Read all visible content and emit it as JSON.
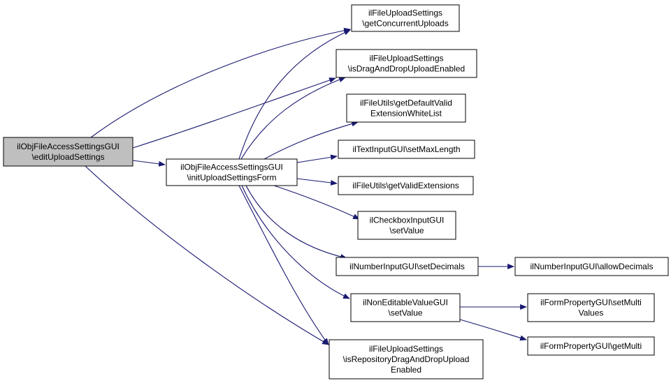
{
  "colors": {
    "edge": "#191970",
    "root_fill": "#bfbfbf",
    "node_fill": "#ffffff",
    "node_border": "#000000"
  },
  "nodes": [
    {
      "id": "editUploadSettings",
      "lines": [
        "ilObjFileAccessSettingsGUI",
        "\\editUploadSettings"
      ],
      "highlighted": true
    },
    {
      "id": "initUploadSettingsForm",
      "lines": [
        "ilObjFileAccessSettingsGUI",
        "\\initUploadSettingsForm"
      ]
    },
    {
      "id": "getConcurrentUploads",
      "lines": [
        "ilFileUploadSettings",
        "\\getConcurrentUploads"
      ]
    },
    {
      "id": "isDragAndDropUploadEnabled",
      "lines": [
        "ilFileUploadSettings",
        "\\isDragAndDropUploadEnabled"
      ]
    },
    {
      "id": "getDefaultValidExtensionWhiteList",
      "lines": [
        "ilFileUtils\\getDefaultValid",
        "ExtensionWhiteList"
      ]
    },
    {
      "id": "setMaxLength",
      "lines": [
        "ilTextInputGUI\\setMaxLength"
      ]
    },
    {
      "id": "getValidExtensions",
      "lines": [
        "ilFileUtils\\getValidExtensions"
      ]
    },
    {
      "id": "checkboxSetValue",
      "lines": [
        "ilCheckboxInputGUI",
        "\\setValue"
      ]
    },
    {
      "id": "setDecimals",
      "lines": [
        "ilNumberInputGUI\\setDecimals"
      ]
    },
    {
      "id": "allowDecimals",
      "lines": [
        "ilNumberInputGUI\\allowDecimals"
      ]
    },
    {
      "id": "nonEditableSetValue",
      "lines": [
        "ilNonEditableValueGUI",
        "\\setValue"
      ]
    },
    {
      "id": "setMultiValues",
      "lines": [
        "ilFormPropertyGUI\\setMulti",
        "Values"
      ]
    },
    {
      "id": "getMulti",
      "lines": [
        "ilFormPropertyGUI\\getMulti"
      ]
    },
    {
      "id": "isRepositoryDragAndDropUploadEnabled",
      "lines": [
        "ilFileUploadSettings",
        "\\isRepositoryDragAndDropUpload",
        "Enabled"
      ]
    }
  ],
  "edges": [
    {
      "from": "editUploadSettings",
      "to": "getConcurrentUploads"
    },
    {
      "from": "editUploadSettings",
      "to": "initUploadSettingsForm"
    },
    {
      "from": "editUploadSettings",
      "to": "isDragAndDropUploadEnabled"
    },
    {
      "from": "editUploadSettings",
      "to": "isRepositoryDragAndDropUploadEnabled"
    },
    {
      "from": "initUploadSettingsForm",
      "to": "getConcurrentUploads"
    },
    {
      "from": "initUploadSettingsForm",
      "to": "isDragAndDropUploadEnabled"
    },
    {
      "from": "initUploadSettingsForm",
      "to": "getDefaultValidExtensionWhiteList"
    },
    {
      "from": "initUploadSettingsForm",
      "to": "setMaxLength"
    },
    {
      "from": "initUploadSettingsForm",
      "to": "getValidExtensions"
    },
    {
      "from": "initUploadSettingsForm",
      "to": "checkboxSetValue"
    },
    {
      "from": "initUploadSettingsForm",
      "to": "setDecimals"
    },
    {
      "from": "initUploadSettingsForm",
      "to": "nonEditableSetValue"
    },
    {
      "from": "initUploadSettingsForm",
      "to": "isRepositoryDragAndDropUploadEnabled"
    },
    {
      "from": "setDecimals",
      "to": "allowDecimals"
    },
    {
      "from": "nonEditableSetValue",
      "to": "setMultiValues"
    },
    {
      "from": "nonEditableSetValue",
      "to": "getMulti"
    }
  ]
}
